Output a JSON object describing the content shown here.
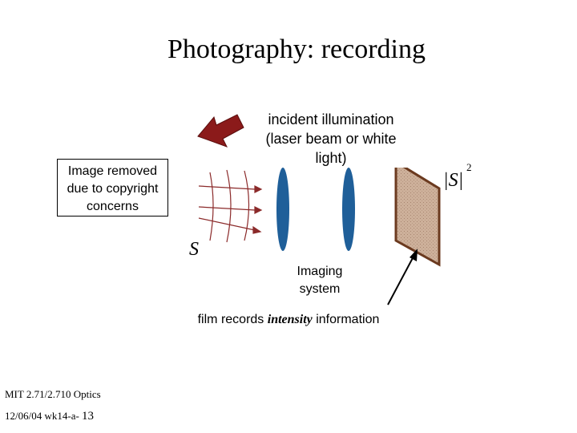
{
  "title": "Photography: recording",
  "placeholder": {
    "text": "Image removed due to copyright concerns"
  },
  "labels": {
    "incident_illumination": "incident illumination (laser beam or white light)",
    "source_symbol": "S",
    "intensity_symbol": "|S|",
    "intensity_exponent": "2",
    "imaging_system": "Imaging system",
    "film_records_prefix": "film records",
    "film_records_emphasis": "intensity",
    "film_records_suffix": "information"
  },
  "footer": {
    "course": "MIT 2.71/2.710 Optics",
    "date": "12/06/04 wk14-a-",
    "page": "13"
  },
  "colors": {
    "arrow": "#8b1a1a",
    "lens": "#1f5f99",
    "film_fill": "#cdb09a",
    "film_border": "#6b3a1f",
    "wavefront": "#8b2a2a"
  }
}
